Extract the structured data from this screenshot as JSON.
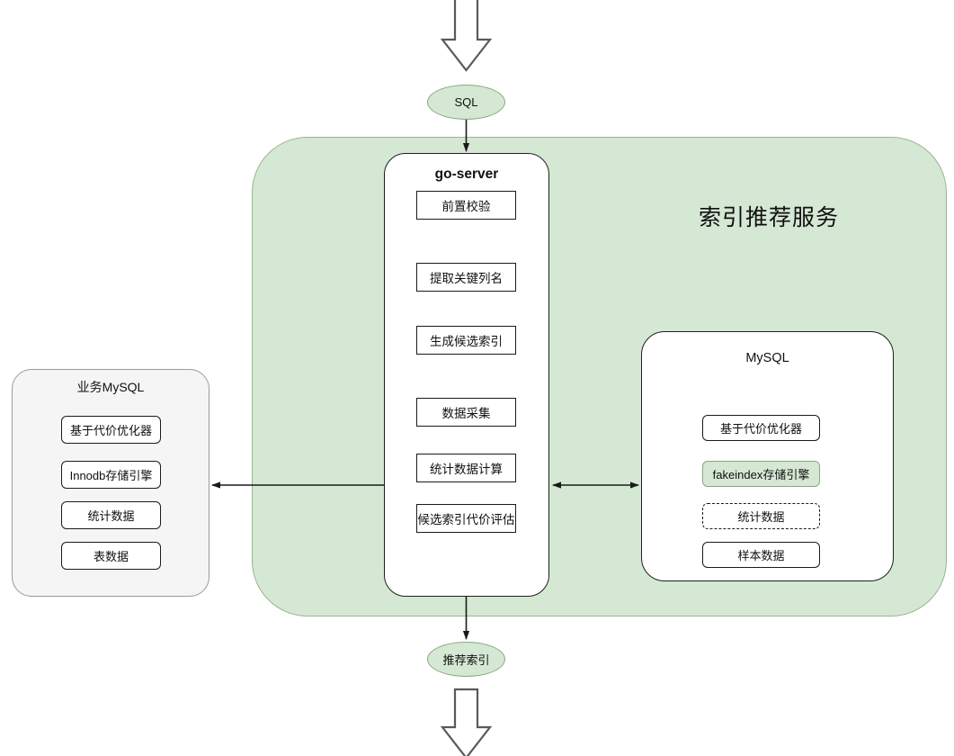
{
  "diagram": {
    "title": "索引推荐服务",
    "colors": {
      "service_fill": "#d5e8d4",
      "service_stroke": "#9ab58f",
      "panel_fill": "#ffffff",
      "biz_panel_fill": "#f5f5f5",
      "edge_stroke": "#1a1a1a",
      "block_arrow_stroke": "#5a5a5a"
    }
  },
  "input_node": {
    "label": "SQL",
    "shape": "ellipse"
  },
  "output_node": {
    "label": "推荐索引",
    "shape": "ellipse"
  },
  "go_server": {
    "title": "go-server",
    "steps": [
      {
        "label": "前置校验"
      },
      {
        "label": "提取关键列名"
      },
      {
        "label": "生成候选索引"
      },
      {
        "label": "数据采集"
      },
      {
        "label": "统计数据计算"
      },
      {
        "label": "候选索引代价评估"
      }
    ]
  },
  "business_mysql": {
    "title": "业务MySQL",
    "items": [
      {
        "label": "基于代价优化器",
        "style": "solid"
      },
      {
        "label": "Innodb存储引擎",
        "style": "solid"
      },
      {
        "label": "统计数据",
        "style": "solid"
      },
      {
        "label": "表数据",
        "style": "solid"
      }
    ]
  },
  "mysql": {
    "title": "MySQL",
    "items": [
      {
        "label": "基于代价优化器",
        "style": "solid"
      },
      {
        "label": "fakeindex存储引擎",
        "style": "green-fill"
      },
      {
        "label": "统计数据",
        "style": "dashed"
      },
      {
        "label": "样本数据",
        "style": "solid"
      }
    ]
  },
  "connections": [
    {
      "name": "input-block-arrow",
      "from": "top-edge",
      "to": "SQL",
      "style": "hollow-block-arrow"
    },
    {
      "name": "sql-to-goserver",
      "from": "SQL",
      "to": "go-server",
      "style": "arrow"
    },
    {
      "name": "goserver-to-business-mysql",
      "from": "go-server",
      "to": "业务MySQL",
      "style": "arrow"
    },
    {
      "name": "goserver-to-mysql",
      "from": "go-server",
      "to": "MySQL",
      "style": "double-arrow"
    },
    {
      "name": "goserver-to-result",
      "from": "go-server",
      "to": "推荐索引",
      "style": "arrow"
    },
    {
      "name": "output-block-arrow",
      "from": "推荐索引",
      "to": "bottom-edge",
      "style": "hollow-block-arrow"
    }
  ]
}
